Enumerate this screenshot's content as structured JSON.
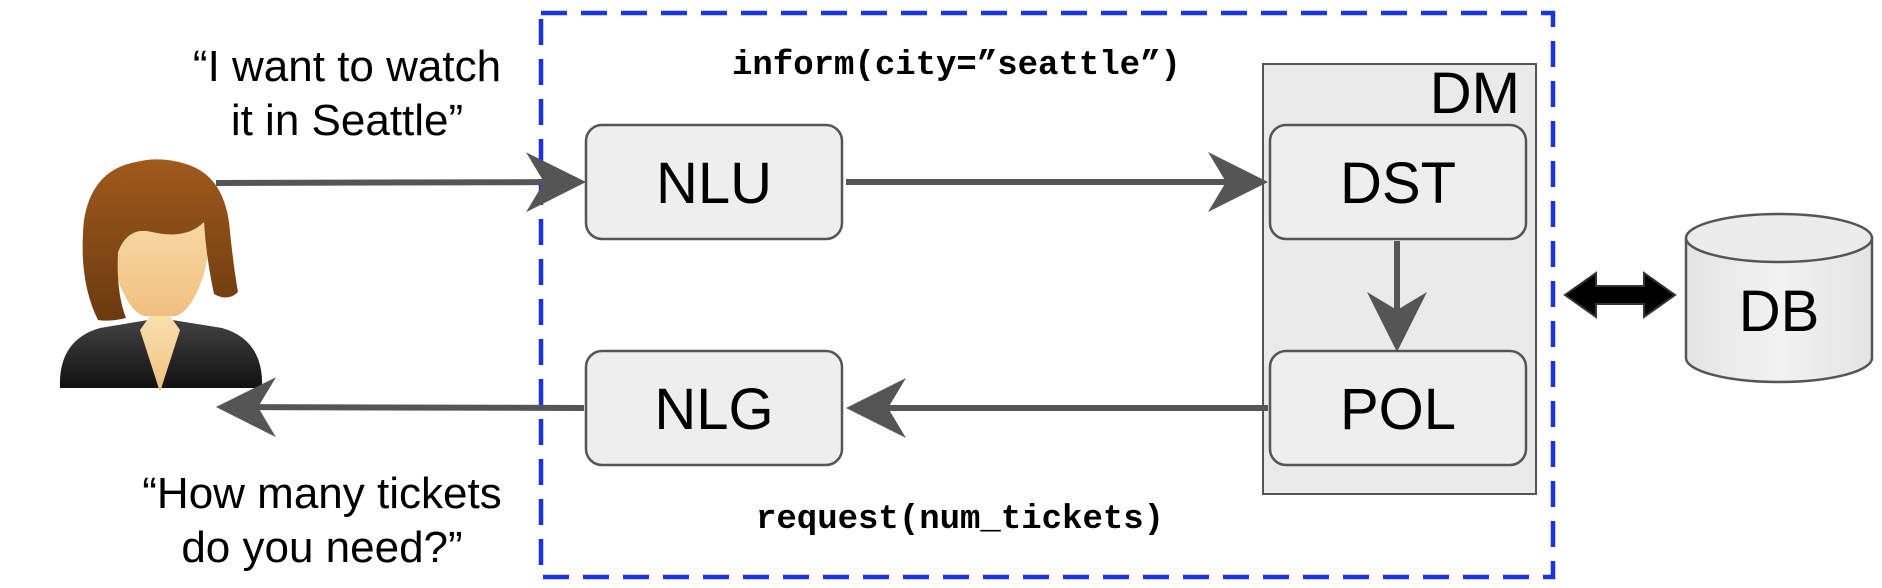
{
  "user_utterance": {
    "line1": "“I want to watch",
    "line2": "it in Seattle”"
  },
  "system_utterance": {
    "line1": "“How many tickets",
    "line2": "do you need?”"
  },
  "nodes": {
    "nlu": "NLU",
    "nlg": "NLG",
    "dm": "DM",
    "dst": "DST",
    "pol": "POL",
    "db": "DB"
  },
  "annotations": {
    "inform": "inform(city=”seattle”)",
    "request": "request(num_tickets)"
  },
  "colors": {
    "boundary": "#1a35e0",
    "arrow": "#555555",
    "box_fill": "#eeeeee",
    "box_stroke": "#555555",
    "dm_fill": "#eaeaea",
    "bidirectional_arrow": "#000000"
  },
  "icons": {
    "user": "user-avatar-icon",
    "database": "database-icon"
  }
}
